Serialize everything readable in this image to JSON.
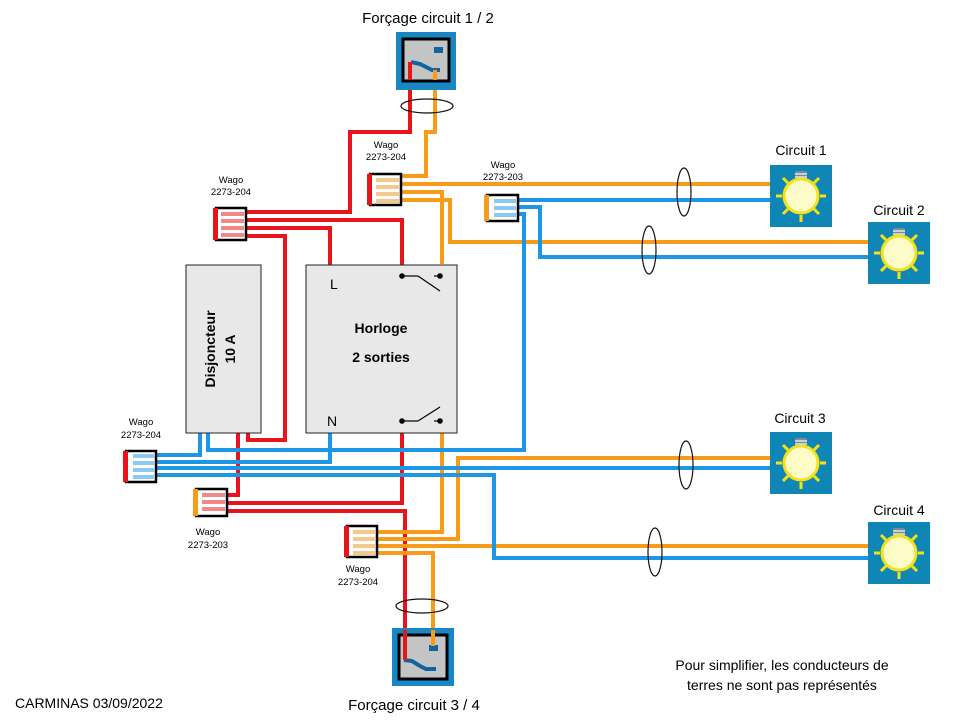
{
  "colors": {
    "phase": "#e8141c",
    "switched": "#f79c1a",
    "neutral": "#1e96e6",
    "box": "#e8e8e8",
    "lamp_bg": "#0f86b6"
  },
  "switches": [
    {
      "label": "Forçage circuit 1 / 2",
      "icon": "switch-icon"
    },
    {
      "label": "Forçage circuit 3 / 4",
      "icon": "switch-icon"
    }
  ],
  "wagos": [
    {
      "line1": "Wago",
      "line2": "2273-204"
    },
    {
      "line1": "Wago",
      "line2": "2273-204"
    },
    {
      "line1": "Wago",
      "line2": "2273-203"
    },
    {
      "line1": "Wago",
      "line2": "2273-204"
    },
    {
      "line1": "Wago",
      "line2": "2273-203"
    },
    {
      "line1": "Wago",
      "line2": "2273-204"
    }
  ],
  "breaker": {
    "line1": "Disjoncteur",
    "line2": "10 A"
  },
  "clock": {
    "line1": "Horloge",
    "line2": "2 sorties",
    "terminal_l": "L",
    "terminal_n": "N"
  },
  "circuits": [
    {
      "label": "Circuit 1",
      "icon": "bulb-icon"
    },
    {
      "label": "Circuit 2",
      "icon": "bulb-icon"
    },
    {
      "label": "Circuit 3",
      "icon": "bulb-icon"
    },
    {
      "label": "Circuit 4",
      "icon": "bulb-icon"
    }
  ],
  "note": {
    "line1": "Pour simplifier, les conducteurs de",
    "line2": "terres ne sont pas représentés"
  },
  "author": "CARMINAS 03/09/2022"
}
